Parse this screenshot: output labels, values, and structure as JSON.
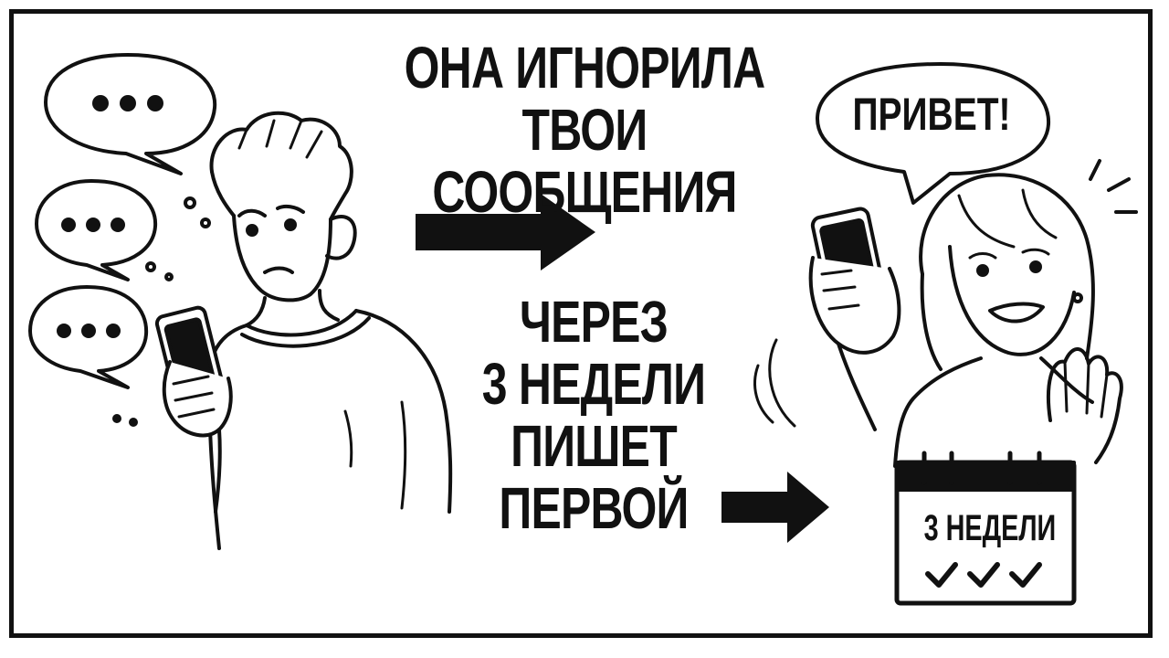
{
  "captions": {
    "top_line1": "ОНА ИГНОРИЛА",
    "top_line2": "ТВОИ СООБЩЕНИЯ",
    "mid_line1": "ЧЕРЕЗ",
    "mid_line2": "3 НЕДЕЛИ",
    "mid_line3": "ПИШЕТ",
    "mid_line4": "ПЕРВОЙ"
  },
  "speech": {
    "greeting": "ПРИВЕТ!"
  },
  "calendar": {
    "label": "3 НЕДЕЛИ"
  },
  "icons": [
    "typing-dots-icon",
    "arrow-right-icon",
    "calendar-icon",
    "checkmark-icon",
    "phone-icon"
  ],
  "colors": {
    "ink": "#111111",
    "paper": "#ffffff"
  }
}
